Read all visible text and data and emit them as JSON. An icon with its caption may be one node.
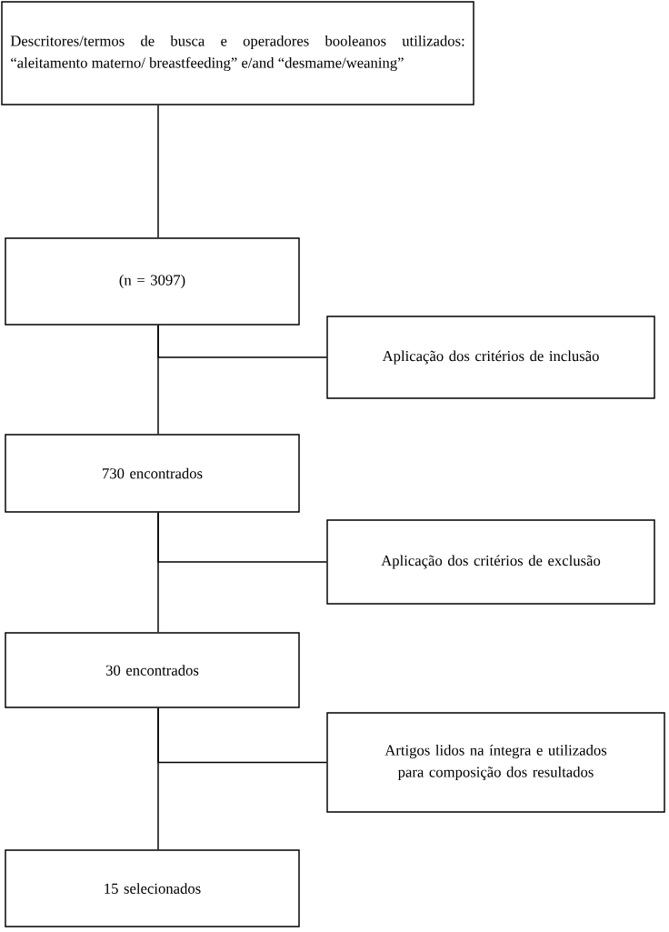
{
  "diagram": {
    "nodes": [
      {
        "text": [
          "Descritores/termos de busca e operadores booleanos utilizados: “aleitamento materno/ breastfeeding” e/and “desmame/weaning”"
        ]
      },
      {
        "text": [
          "(n = 3097)"
        ]
      },
      {
        "text": [
          "Aplicação dos critérios de inclusão"
        ]
      },
      {
        "text": [
          "730 encontrados"
        ]
      },
      {
        "text": [
          "Aplicação dos critérios de exclusão"
        ]
      },
      {
        "text": [
          "30 encontrados"
        ]
      },
      {
        "text": [
          "Artigos lidos na íntegra e utilizados para composição dos resultados"
        ]
      },
      {
        "text": [
          "15 selecionados"
        ]
      }
    ],
    "edges": [
      {
        "from": 0,
        "to": 1,
        "arrow": "none"
      },
      {
        "from": 1,
        "to": 2,
        "arrow": "none"
      },
      {
        "from": 1,
        "to": 3,
        "arrow": "none"
      },
      {
        "from": 3,
        "to": 4,
        "arrow": "none"
      },
      {
        "from": 3,
        "to": 5,
        "arrow": "none"
      },
      {
        "from": 5,
        "to": 6,
        "arrow": "none"
      },
      {
        "from": 5,
        "to": 7,
        "arrow": "none"
      }
    ]
  }
}
